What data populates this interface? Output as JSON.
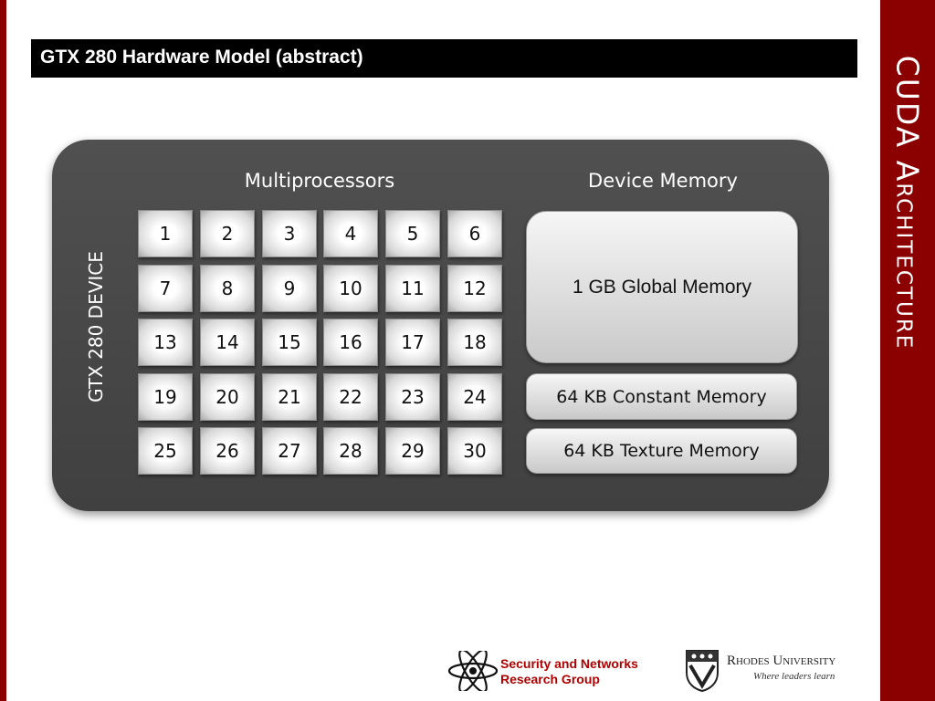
{
  "slide": {
    "title": "GTX 280 Hardware Model (abstract)",
    "side_title": "CUDA Architecture"
  },
  "diagram": {
    "device_label": "GTX 280 DEVICE",
    "multiprocessors_header": "Multiprocessors",
    "device_memory_header": "Device Memory",
    "multiprocessors": [
      "1",
      "2",
      "3",
      "4",
      "5",
      "6",
      "7",
      "8",
      "9",
      "10",
      "11",
      "12",
      "13",
      "14",
      "15",
      "16",
      "17",
      "18",
      "19",
      "20",
      "21",
      "22",
      "23",
      "24",
      "25",
      "26",
      "27",
      "28",
      "29",
      "30"
    ],
    "global_memory": "1 GB Global Memory",
    "constant_memory": "64 KB Constant Memory",
    "texture_memory": "64 KB Texture Memory"
  },
  "footer": {
    "snrg_line1": "Security and Networks",
    "snrg_line2": "Research Group",
    "rhodes_name": "Rhodes University",
    "rhodes_tagline": "Where leaders learn"
  },
  "colors": {
    "accent": "#8b0000",
    "title_bar": "#000000",
    "panel": "#464646",
    "snrg_text": "#b00000"
  }
}
